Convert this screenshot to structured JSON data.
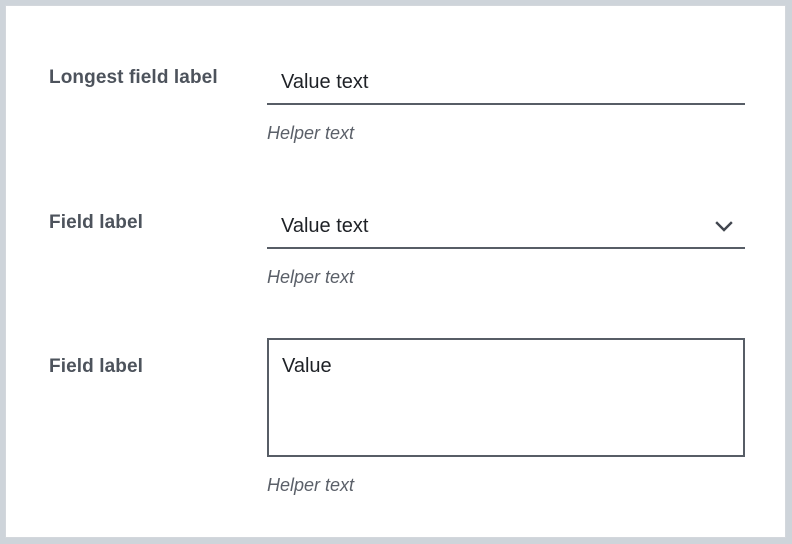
{
  "theme": {
    "page_background": "#ced4da",
    "card_background": "#ffffff",
    "card_border": "#d3d7dc",
    "label_color": "#4d535c",
    "value_color": "#1e2126",
    "helper_color": "#5b6069",
    "control_line_color": "#575d66"
  },
  "form": {
    "fields": [
      {
        "label": "Longest field label",
        "type": "text-input",
        "value": "Value text",
        "helper": "Helper text"
      },
      {
        "label": "Field label",
        "type": "select",
        "value": "Value text",
        "helper": "Helper text",
        "icon": "chevron-down-icon"
      },
      {
        "label": "Field label",
        "type": "textarea",
        "value": "Value",
        "helper": "Helper text"
      }
    ]
  }
}
